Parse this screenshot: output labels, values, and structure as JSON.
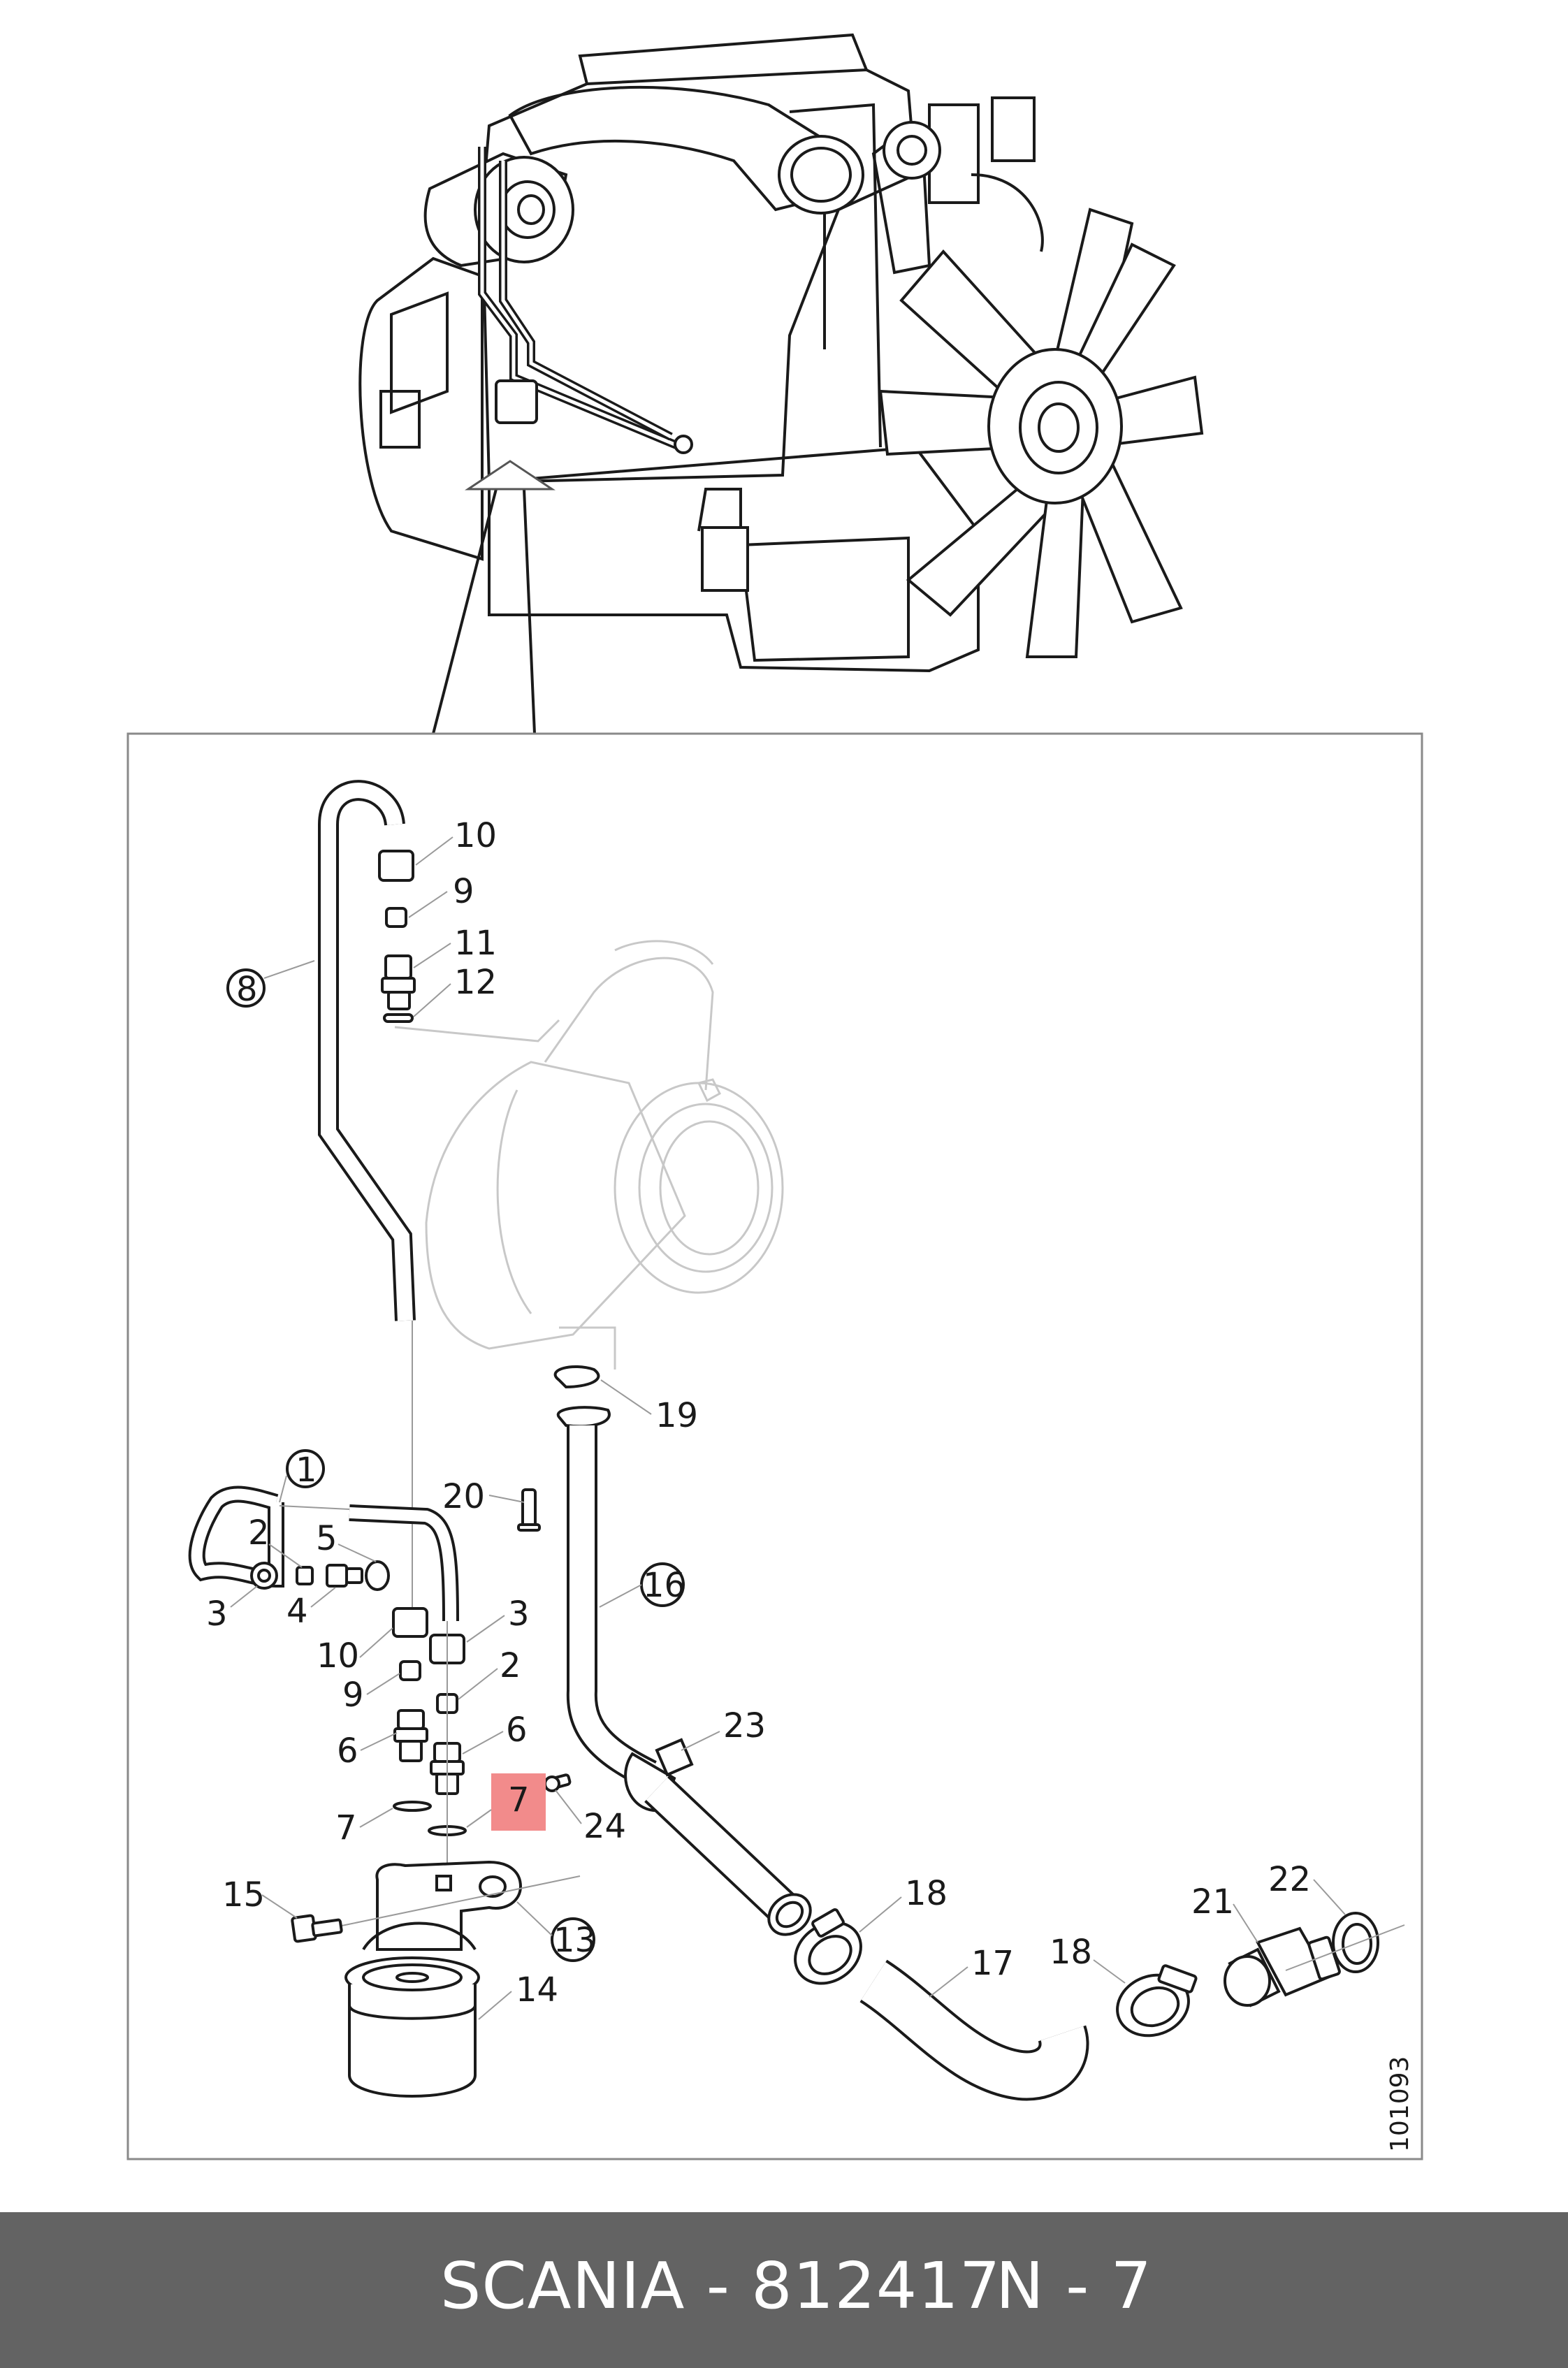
{
  "diagram_id": "101093",
  "callouts": [
    {
      "label": "10"
    },
    {
      "label": "9"
    },
    {
      "label": "11"
    },
    {
      "label": "12"
    },
    {
      "label": "8"
    },
    {
      "label": "19"
    },
    {
      "label": "1"
    },
    {
      "label": "20"
    },
    {
      "label": "16"
    },
    {
      "label": "2"
    },
    {
      "label": "5"
    },
    {
      "label": "3"
    },
    {
      "label": "4"
    },
    {
      "label": "3"
    },
    {
      "label": "10"
    },
    {
      "label": "2"
    },
    {
      "label": "9"
    },
    {
      "label": "6"
    },
    {
      "label": "6"
    },
    {
      "label": "23"
    },
    {
      "label": "7"
    },
    {
      "label": "7"
    },
    {
      "label": "24"
    },
    {
      "label": "15"
    },
    {
      "label": "13"
    },
    {
      "label": "18"
    },
    {
      "label": "14"
    },
    {
      "label": "17"
    },
    {
      "label": "22"
    },
    {
      "label": "21"
    },
    {
      "label": "18"
    }
  ],
  "highlight": {
    "label": "7",
    "color": "#f28b8b"
  },
  "footer": {
    "brand_part": "SCANIA - 812417",
    "code": "N - 7",
    "background": "#636363"
  }
}
